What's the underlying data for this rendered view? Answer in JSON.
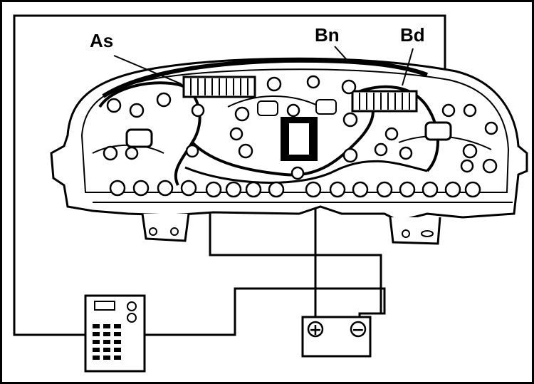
{
  "labels": {
    "as": "As",
    "bn": "Bn",
    "bd": "Bd"
  },
  "battery": {
    "positive_symbol": "+",
    "negative_symbol": "−"
  },
  "colors": {
    "ink": "#000000",
    "paper": "#ffffff"
  }
}
